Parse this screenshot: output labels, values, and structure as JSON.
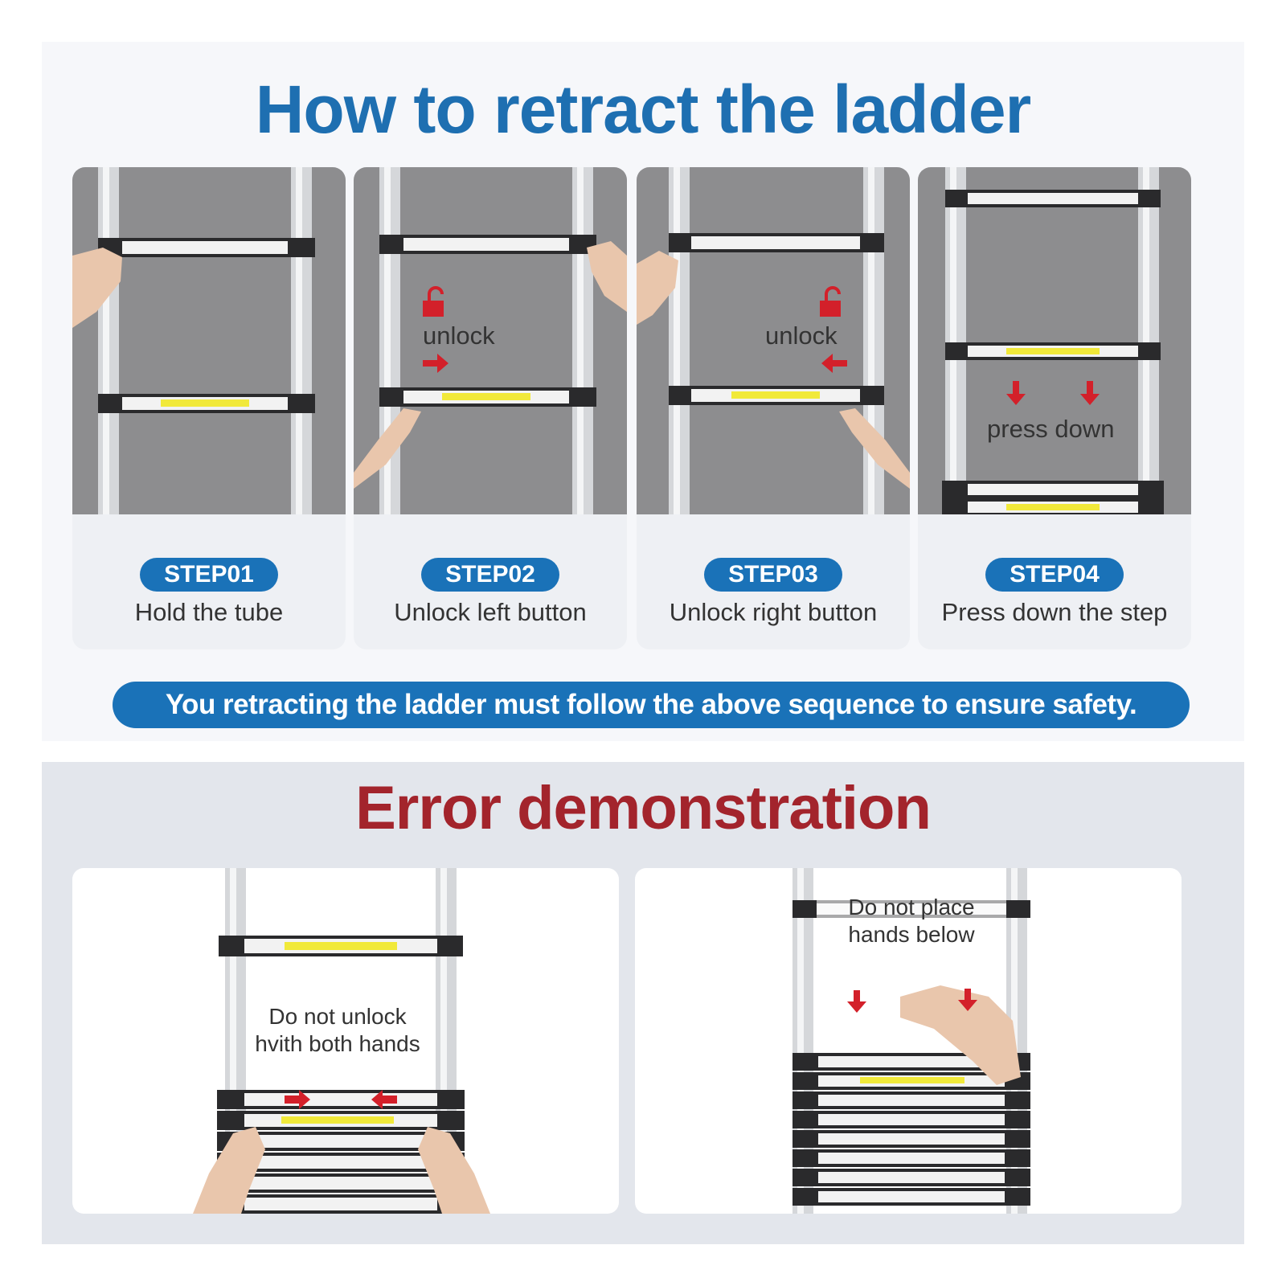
{
  "header": {
    "title": "How to retract the ladder"
  },
  "steps": [
    {
      "badge": "STEP01",
      "caption": "Hold the tube"
    },
    {
      "badge": "STEP02",
      "caption": "Unlock left button",
      "overlay": "unlock"
    },
    {
      "badge": "STEP03",
      "caption": "Unlock right button",
      "overlay": "unlock"
    },
    {
      "badge": "STEP04",
      "caption": "Press down the step",
      "overlay": "press down"
    }
  ],
  "banner": {
    "text": "You retracting the ladder must follow  the above sequence to ensure safety."
  },
  "errors": {
    "title": "Error demonstration",
    "left": {
      "line1": "Do not unlock",
      "line2": "hvith both hands"
    },
    "right": {
      "line1": "Do not place",
      "line2": "hands below"
    }
  },
  "colors": {
    "brand_blue": "#1a72b8",
    "title_blue": "#1e6fb1",
    "error_red": "#a3242c",
    "arrow_red": "#d3202a",
    "label_yellow": "#f1e93a"
  }
}
